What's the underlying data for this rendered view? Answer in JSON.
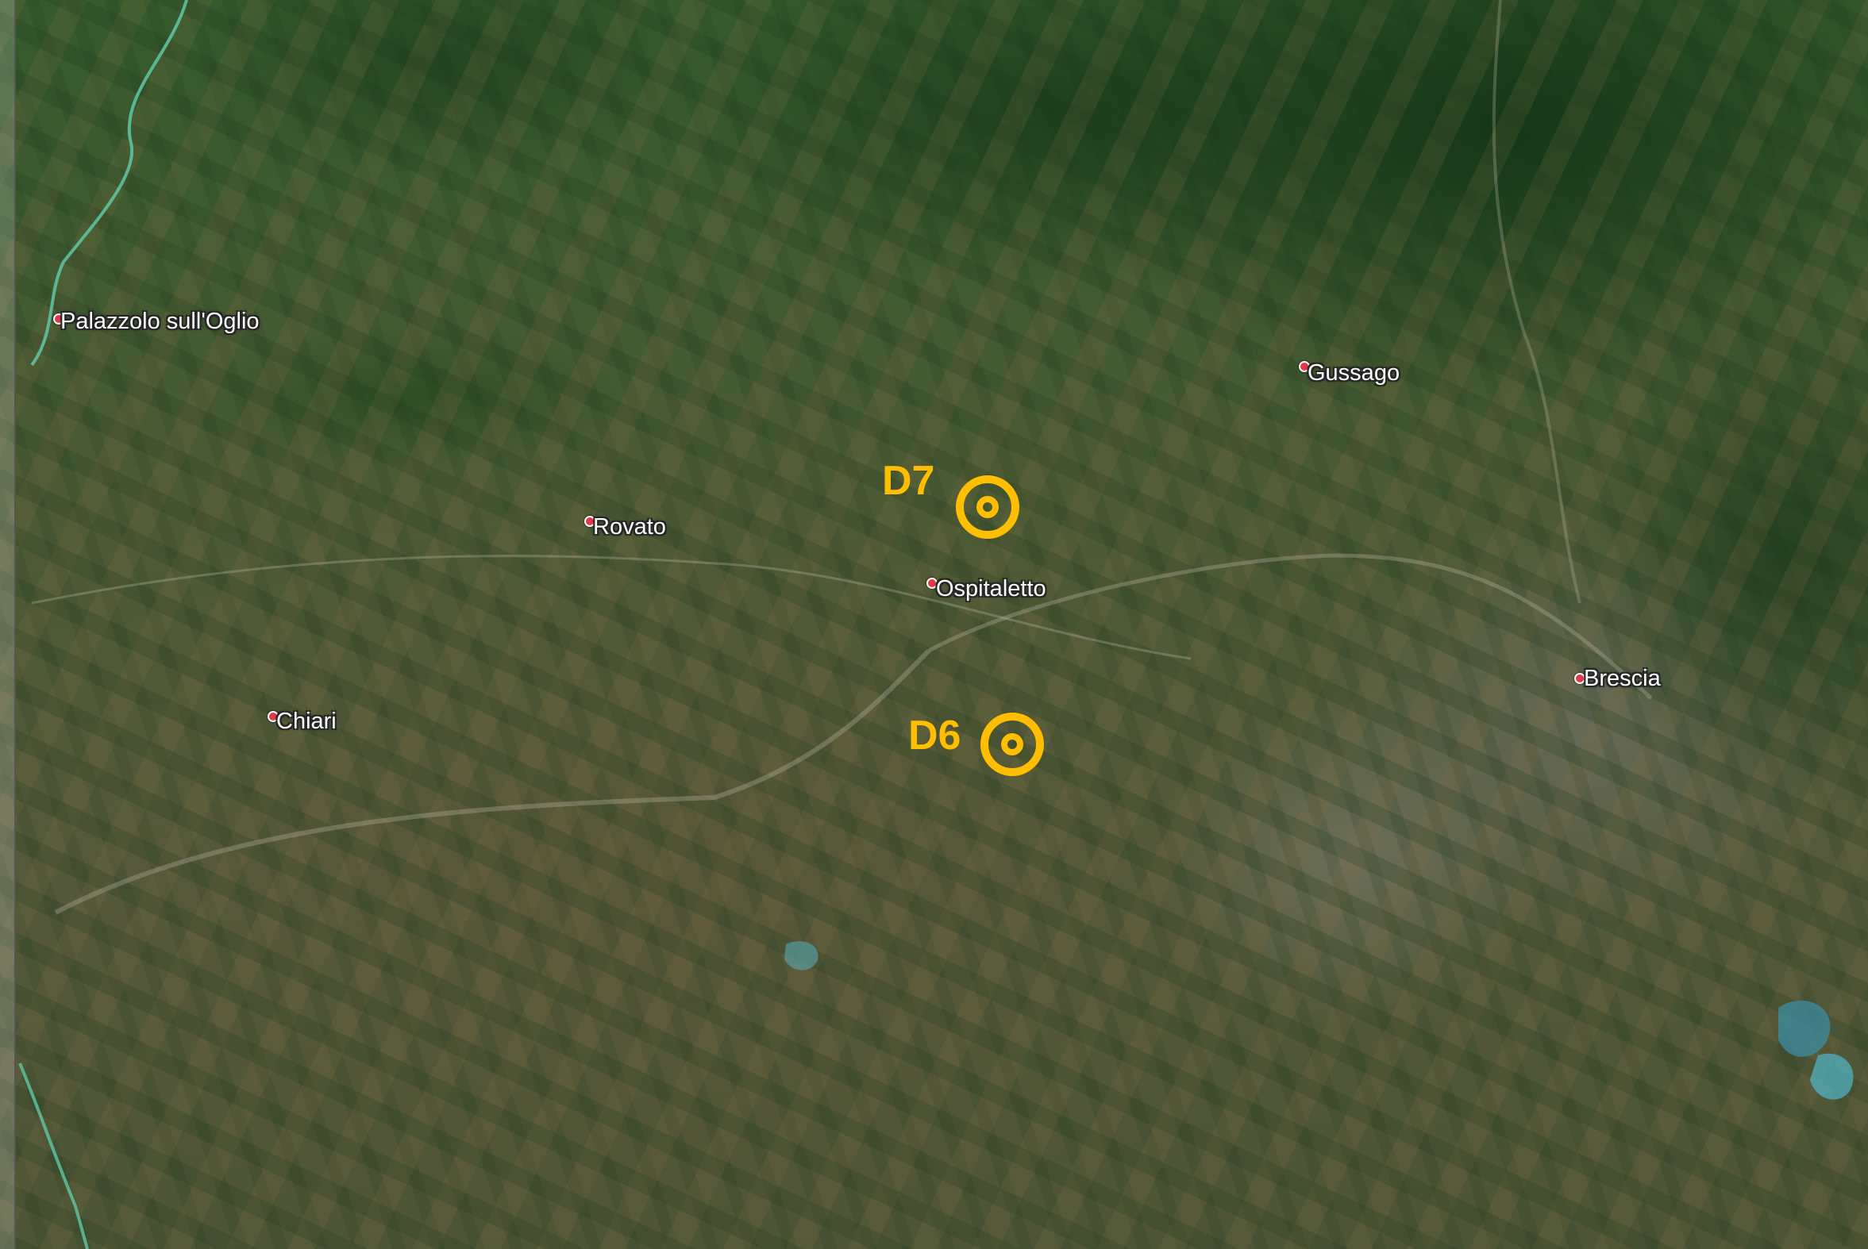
{
  "map": {
    "places": [
      {
        "name": "Palazzolo sull'Oglio",
        "icon": "place-pin-icon"
      },
      {
        "name": "Gussago",
        "icon": "place-pin-icon"
      },
      {
        "name": "Rovato",
        "icon": "place-pin-icon"
      },
      {
        "name": "Ospitaletto",
        "icon": "place-pin-icon"
      },
      {
        "name": "Chiari",
        "icon": "place-pin-icon"
      },
      {
        "name": "Brescia",
        "icon": "place-pin-icon"
      }
    ],
    "markers": [
      {
        "label": "D7",
        "icon": "target-ring-icon"
      },
      {
        "label": "D6",
        "icon": "target-ring-icon"
      }
    ],
    "colors": {
      "marker": "#ffbe00",
      "pin": "#e4384b",
      "label_text": "#ffffff",
      "river": "#5fc7a8",
      "road": "#b9b3a3"
    }
  }
}
